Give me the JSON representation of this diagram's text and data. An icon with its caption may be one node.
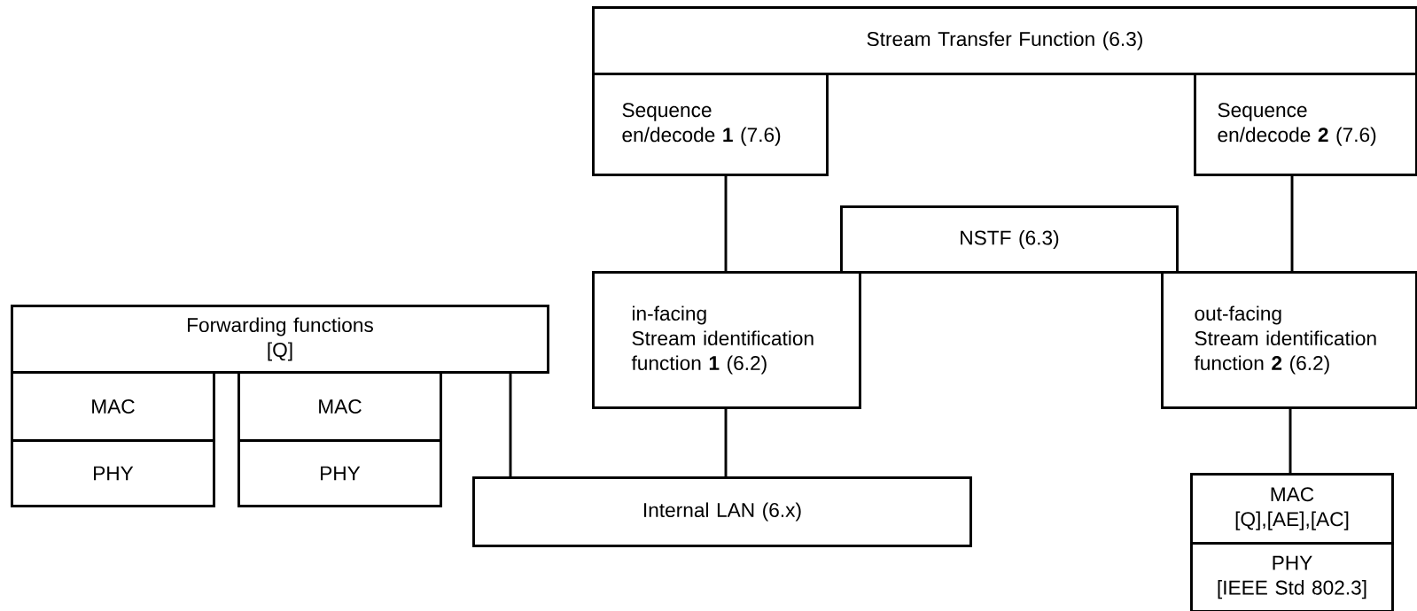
{
  "diagram": {
    "nodes": [
      {
        "text": [
          "Stream Transfer Function (6.3)"
        ]
      },
      {
        "text": [
          "Sequence en/decode **1** (7.6)"
        ]
      },
      {
        "text": [
          "Sequence en/decode **2** (7.6)"
        ]
      },
      {
        "text": [
          "NSTF (6.3)"
        ]
      },
      {
        "text": [
          "in-facing",
          "Stream identification function **1** (6.2)"
        ]
      },
      {
        "text": [
          "out-facing",
          "Stream identification function **2** (6.2)"
        ]
      },
      {
        "text": [
          "Forwarding functions",
          "[Q]"
        ]
      },
      {
        "text": [
          "MAC"
        ]
      },
      {
        "text": [
          "PHY"
        ]
      },
      {
        "text": [
          "MAC"
        ]
      },
      {
        "text": [
          "PHY"
        ]
      },
      {
        "text": [
          "Internal LAN (6.x)"
        ]
      },
      {
        "text": [
          "MAC",
          "[Q],[AE],[AC]"
        ]
      },
      {
        "text": [
          "PHY",
          "[IEEE Std 802.3]"
        ]
      }
    ],
    "edges": [
      {
        "from": 1,
        "to": 4,
        "arrow": "none"
      },
      {
        "from": 2,
        "to": 5,
        "arrow": "none"
      },
      {
        "from": 4,
        "to": 11,
        "arrow": "none"
      },
      {
        "from": 5,
        "to": 12,
        "arrow": "none"
      },
      {
        "from": 6,
        "to": 11,
        "arrow": "none"
      }
    ]
  }
}
